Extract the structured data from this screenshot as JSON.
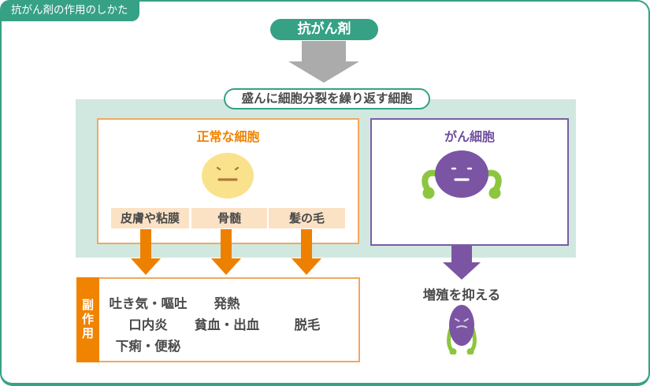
{
  "header": {
    "title": "抗がん剤の作用のしかた"
  },
  "flow": {
    "drug_label": "抗がん剤",
    "dividing_cells_label": "盛んに細胞分裂を繰り返す細胞"
  },
  "normal_cell_panel": {
    "title": "正常な細胞",
    "tissues": [
      "皮膚や粘膜",
      "骨髄",
      "髪の毛"
    ]
  },
  "cancer_cell_panel": {
    "title": "がん細胞",
    "result_label": "増殖を抑える"
  },
  "side_effects_panel": {
    "tab_label": "副作用",
    "columns": [
      {
        "items": [
          "吐き気・嘔吐",
          "口内炎",
          "下痢・便秘"
        ]
      },
      {
        "items": [
          "発熱",
          "貧血・出血"
        ]
      },
      {
        "items": [
          "脱毛"
        ]
      }
    ]
  },
  "icons": {
    "drug_arrow": "gray-down-arrow",
    "tissue_arrow": "orange-down-arrow",
    "cancer_arrow": "purple-down-arrow",
    "normal_cell": "yellow-neutral-face-cell",
    "cancer_cell": "purple-cell-flexing-green-arms",
    "weakened_cancer_cell": "shrunken-purple-cell-drooping-arms"
  },
  "colors": {
    "green": "#36A185",
    "teal_background": "#D1E8E0",
    "orange": "#F08300",
    "orange_border": "#F0A85F",
    "peach_label": "#FBE2C5",
    "purple": "#7B55A3",
    "purple_border": "#7B5CA5",
    "arm_green": "#8CC63F",
    "face_yellow": "#FAE28C",
    "arrow_gray": "#ABABAB",
    "text_gray": "#4A4A4A"
  }
}
